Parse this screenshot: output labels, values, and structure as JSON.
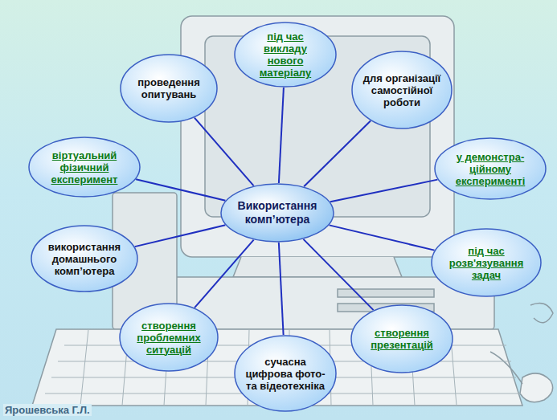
{
  "diagram": {
    "nodes": [
      {
        "text": [
          "під час викладу нового матеріалу"
        ]
      },
      {
        "text": [
          "проведення опитувань"
        ]
      },
      {
        "text": [
          "для організації самостійної роботи"
        ]
      },
      {
        "text": [
          "віртуальний фізичний експеримент"
        ]
      },
      {
        "text": [
          "у демонстра-ційному експерименті"
        ]
      },
      {
        "text": [
          "Використання комп’ютера"
        ]
      },
      {
        "text": [
          "використання домашнього комп’ютера"
        ]
      },
      {
        "text": [
          "під час розв'язування задач"
        ]
      },
      {
        "text": [
          "створення проблемних ситуацій"
        ]
      },
      {
        "text": [
          "створення презентацій"
        ]
      },
      {
        "text": [
          "сучасна цифрова фото- та відеотехніка"
        ]
      }
    ],
    "edges": [
      {
        "from": 5,
        "to": 0,
        "arrow": "none"
      },
      {
        "from": 5,
        "to": 1,
        "arrow": "none"
      },
      {
        "from": 5,
        "to": 2,
        "arrow": "none"
      },
      {
        "from": 5,
        "to": 3,
        "arrow": "none"
      },
      {
        "from": 5,
        "to": 4,
        "arrow": "none"
      },
      {
        "from": 5,
        "to": 6,
        "arrow": "none"
      },
      {
        "from": 5,
        "to": 7,
        "arrow": "none"
      },
      {
        "from": 5,
        "to": 8,
        "arrow": "none"
      },
      {
        "from": 5,
        "to": 9,
        "arrow": "none"
      },
      {
        "from": 5,
        "to": 10,
        "arrow": "none"
      }
    ],
    "labels": [
      "Ярошевська Г.Л."
    ]
  }
}
